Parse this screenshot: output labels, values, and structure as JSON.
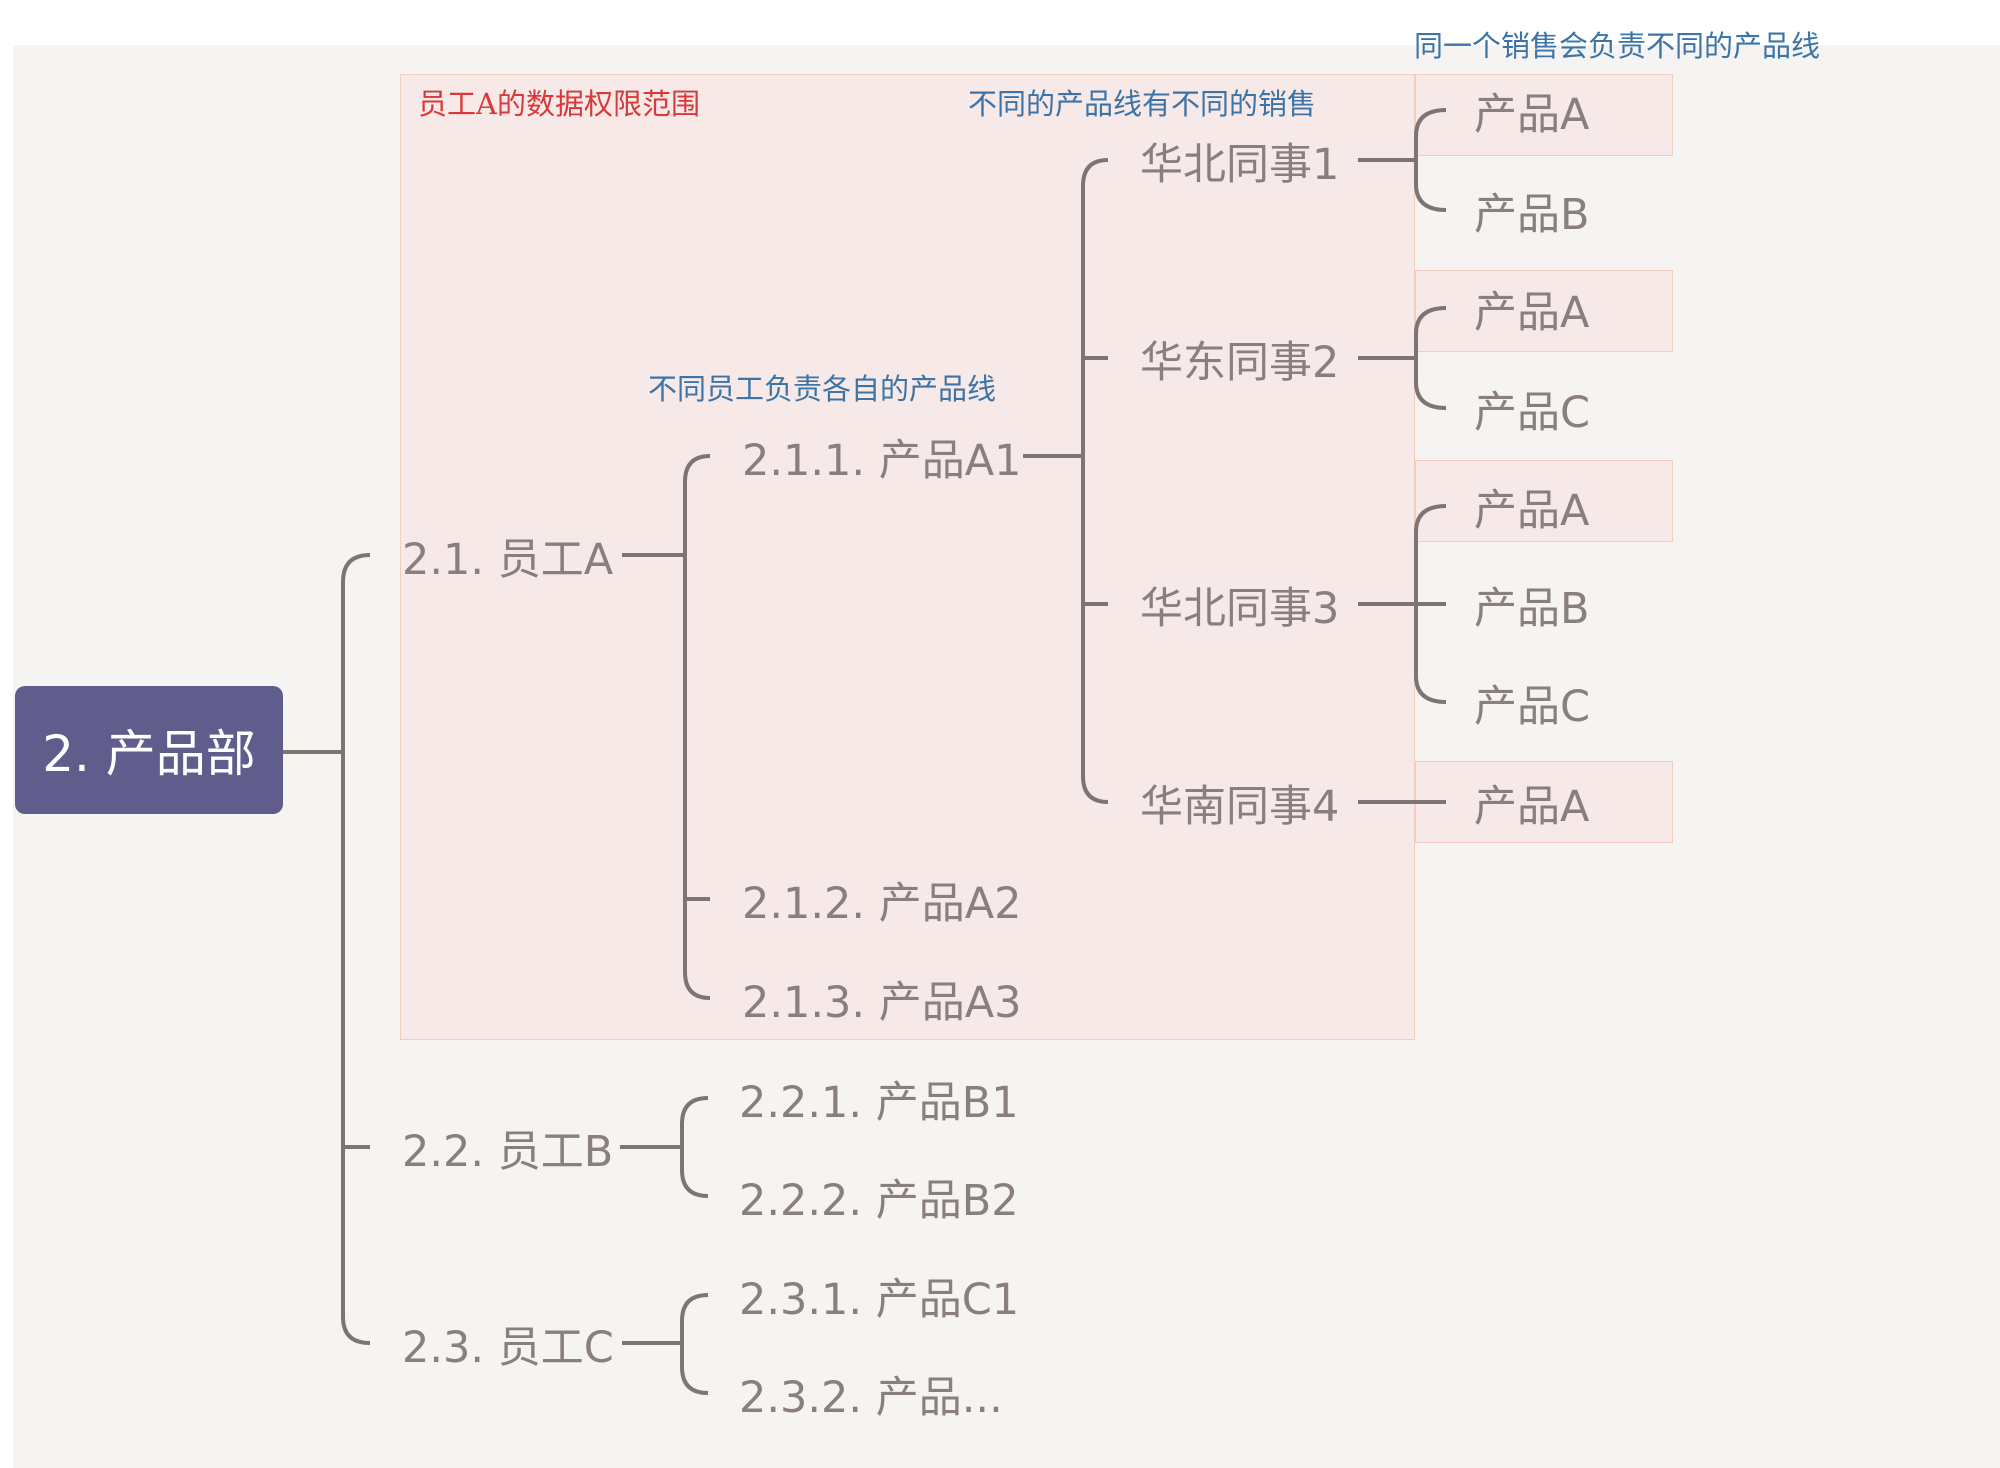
{
  "colors": {
    "root_fill": "#605d8c",
    "highlight_fill": "#f6e9e7",
    "highlight_border": "#f0cdbf",
    "note_red": "#d9393a",
    "note_blue": "#3d74a8",
    "node_text": "#8a7f7f",
    "connector": "#7d7474"
  },
  "annotations": {
    "scope_label": "员工A的数据权限范围",
    "product_lines_note": "不同的产品线有不同的销售",
    "employee_note": "不同员工负责各自的产品线",
    "sales_note": "同一个销售会负责不同的产品线"
  },
  "tree": {
    "root": "2. 产品部",
    "employee_a": {
      "label": "2.1. 员工A",
      "product_a1": "2.1.1. 产品A1",
      "product_a2": "2.1.2. 产品A2",
      "product_a3": "2.1.3. 产品A3",
      "colleagues": [
        {
          "label": "华北同事1",
          "products": [
            "产品A",
            "产品B"
          ]
        },
        {
          "label": "华东同事2",
          "products": [
            "产品A",
            "产品C"
          ]
        },
        {
          "label": "华北同事3",
          "products": [
            "产品A",
            "产品B",
            "产品C"
          ]
        },
        {
          "label": "华南同事4",
          "products": [
            "产品A"
          ]
        }
      ]
    },
    "employee_b": {
      "label": "2.2. 员工B",
      "product_b1": "2.2.1. 产品B1",
      "product_b2": "2.2.2. 产品B2"
    },
    "employee_c": {
      "label": "2.3. 员工C",
      "product_c1": "2.3.1. 产品C1",
      "product_c2": "2.3.2. 产品..."
    }
  }
}
